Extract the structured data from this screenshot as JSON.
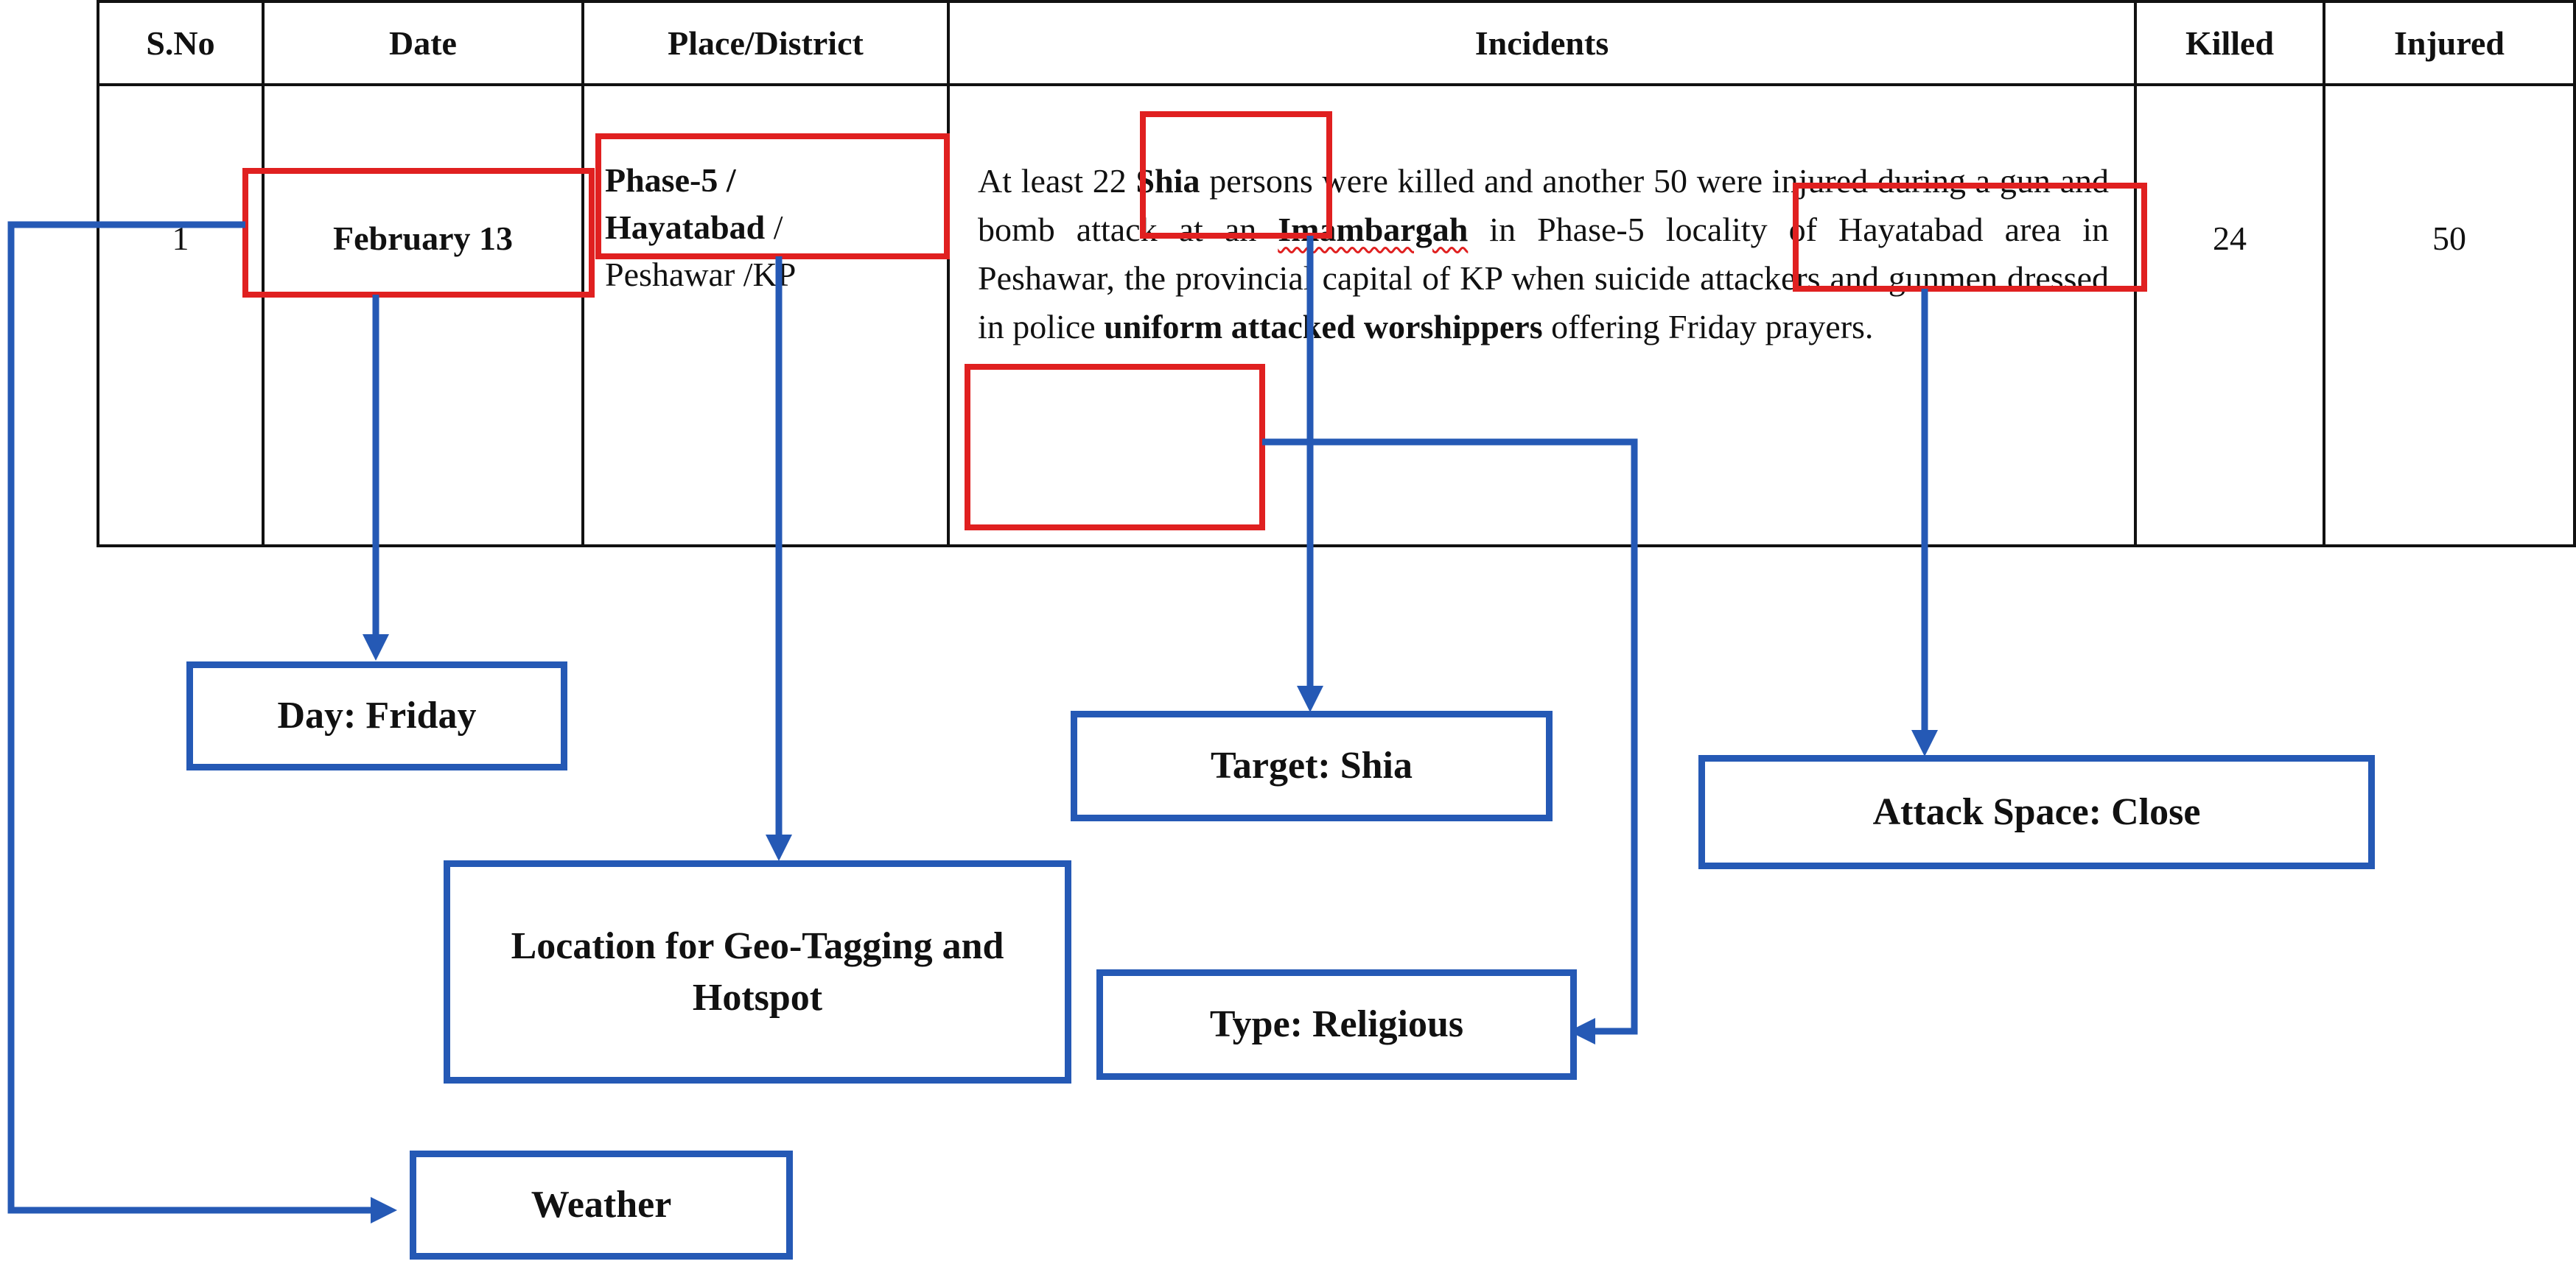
{
  "table": {
    "headers": [
      "S.No",
      "Date",
      "Place/District",
      "Incidents",
      "Killed",
      "Injured"
    ],
    "row": {
      "sno": "1",
      "date": "February 13",
      "place_phase": "Phase-5 /",
      "place_area": "Hayatabad",
      "place_sep": " /",
      "place_city": "Peshawar /KP",
      "incident_parts": [
        "At least 22 ",
        "Shia",
        " persons were killed and another 50 were injured during a gun and bomb attack at an ",
        "Imambargah",
        " in Phase-5 locality of Hayatabad area in Peshawar, the provincial capital of KP when suicide attackers and gunmen dressed in police ",
        "uniform attacked worshippers",
        " offering Friday prayers."
      ],
      "killed": "24",
      "injured": "50"
    }
  },
  "categories": {
    "day": "Day: Friday",
    "location": "Location for Geo-Tagging and Hotspot",
    "target": "Target: Shia",
    "attack_space": "Attack Space: Close",
    "type": "Type: Religious",
    "weather": "Weather"
  },
  "colors": {
    "highlight": "#e02020",
    "connector": "#2559b5"
  }
}
